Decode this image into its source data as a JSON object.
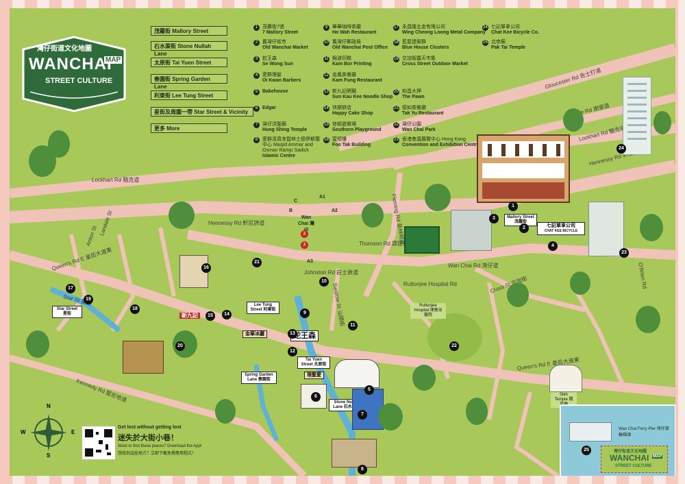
{
  "logo": {
    "top": "灣仔街道文化地圖",
    "main": "WANCHAI",
    "tag": "MAP",
    "sub": "STREET CULTURE"
  },
  "categories": [
    "茂蘿街 Mallory Street",
    "石水渠街 Stone Nullah Lane",
    "太原街 Tai Yuen Street",
    "春園街 Spring Garden Lane",
    "利東街 Lee Tung Street",
    "星街及周圍一帶 Star Street & Vicinity",
    "更多 More"
  ],
  "legend": [
    {
      "n": "1",
      "zh": "茂蘿街7號",
      "en": "7 Mallory Street"
    },
    {
      "n": "2",
      "zh": "舊灣仔街市",
      "en": "Old Wanchai Market"
    },
    {
      "n": "3",
      "zh": "蛇王森",
      "en": "Se Wong Sun"
    },
    {
      "n": "4",
      "zh": "愛群理髮",
      "en": "Oi Kwan Barbers"
    },
    {
      "n": "5",
      "zh": "",
      "en": "Bakehouse"
    },
    {
      "n": "6",
      "zh": "",
      "en": "Edgar"
    },
    {
      "n": "7",
      "zh": "灣仔洪聖廟",
      "en": "Hung Shing Temple"
    },
    {
      "n": "8",
      "zh": "愛群清真寺暨林士德伊斯蘭中心 Masjid Ammar and Osman Ramju Sadick",
      "en": "Islamic Centre"
    },
    {
      "n": "9",
      "zh": "華華咖啡茶廳",
      "en": "Ho Wah Restaurant"
    },
    {
      "n": "10",
      "zh": "舊灣仔郵政局",
      "en": "Old Wanchai Post Office"
    },
    {
      "n": "11",
      "zh": "錦波印務",
      "en": "Kam Bor Printing"
    },
    {
      "n": "12",
      "zh": "金鳳茶餐廳",
      "en": "Kam Fung Restaurant"
    },
    {
      "n": "13",
      "zh": "新九記粥麵",
      "en": "Sun Kau Kee Noodle Shop"
    },
    {
      "n": "14",
      "zh": "快樂餅店",
      "en": "Happy Cake Shop"
    },
    {
      "n": "15",
      "zh": "修頓遊樂場",
      "en": "Southorn Playground"
    },
    {
      "n": "16",
      "zh": "富德樓",
      "en": "Foo Tak Building"
    },
    {
      "n": "17",
      "zh": "永昌隆五金有限公司",
      "en": "Wing Cheong Loong Metal Company"
    },
    {
      "n": "18",
      "zh": "藍屋建築群",
      "en": "Blue House Clusters"
    },
    {
      "n": "19",
      "zh": "交加街露天市集",
      "en": "Cross Street Outdoor Market"
    },
    {
      "n": "20",
      "zh": "和昌大押",
      "en": "The Pawn"
    },
    {
      "n": "21",
      "zh": "德如茶餐廳",
      "en": "Tak Yu Restaurant"
    },
    {
      "n": "22",
      "zh": "灣仔公園",
      "en": "Wan Chai Park"
    },
    {
      "n": "23",
      "zh": "香港會議展覽中心 Hong Kong",
      "en": "Convention and Exhibition Centre"
    },
    {
      "n": "24",
      "zh": "七記單車公司",
      "en": "Chat Kee Bicycle Co."
    },
    {
      "n": "25",
      "zh": "北帝廟",
      "en": "Pak Tai Temple"
    }
  ],
  "roads": {
    "gloucester": "Gloucester Rd 告士打道",
    "jaffe": "Jaffe Rd 謝斐道",
    "lockhart_r": "Lockhart Rd 駱克道",
    "hennessy_r": "Hennessy Rd 軒尼詩道",
    "lockhart_l": "Lockhart Rd 駱克道",
    "hennessy": "Hennessy Rd 軒尼詩道",
    "johnston": "Johnston Rd 莊士敦道",
    "thomson": "Thomson Rd 譚臣道",
    "wanchai": "Wan Chai Rd 灣仔道",
    "cross": "Cross St 交加街",
    "queens_e": "Queen's Rd E 皇后大道東",
    "queens_e_l": "Queen's Rd E 皇后大道東",
    "kennedy": "Kennedy Rd 堅尼地道",
    "ruttonjee": "Ruttonjee Hospital Rd",
    "ruttonjee_box": "Ruttonjee Hospital 律敦治醫院",
    "fleming": "Fleming Rd 菲林明道",
    "star": "Star St 星街",
    "landale": "Landale St",
    "anton": "Anton St",
    "swatow": "Swatow St 汕頭街",
    "o_brien": "O'Brien Rd",
    "mallory_sign": "Mallory Street 茂蘿街",
    "leetung_sign": "Lee Tung Street 利東街",
    "taiyuen_sign": "Tai Yuen Street 太原街",
    "springgarden_sign": "Spring Garden Lane 春園街",
    "stonenullah_sign": "Stone Nullah Lane 石水渠街",
    "star_sign": "Star Street 星街",
    "sikh": "Sikh Temple 錫克廟",
    "ferry": "Wan Chai Ferry Pier 灣仔渡輪碼頭"
  },
  "station": {
    "name": "Wan Chai 灣仔",
    "exits": [
      "C",
      "A1",
      "A2",
      "B",
      "A3"
    ]
  },
  "signs": {
    "chatkee": "七記單車公司",
    "chatkee_en": "CHAT KEE BICYCLE",
    "sewongsun": "蛇王森",
    "kamfung": "金華冰廳",
    "sunkaukee": "新九記",
    "reservoir": "理髮愛"
  },
  "promo": {
    "title_en": "Get lost without getting lost",
    "title_zh": "迷失於大街小巷！",
    "line1": "Want to find these places? Download the App!",
    "line2": "想找到這些地方？立即下載免費應用程式！"
  },
  "compass": {
    "n": "N",
    "s": "S",
    "e": "E",
    "w": "W"
  },
  "inset": {
    "pin": "25",
    "top": "灣仔街道文化地圖",
    "main": "WANCHAI",
    "tag": "MAP",
    "sub": "STREET CULTURE"
  },
  "colors": {
    "map": "#a9c85a",
    "road": "#f0c3b9",
    "river": "#5fb2d6",
    "frame": "#f6c9bf",
    "logo": "#2f6b3a"
  }
}
